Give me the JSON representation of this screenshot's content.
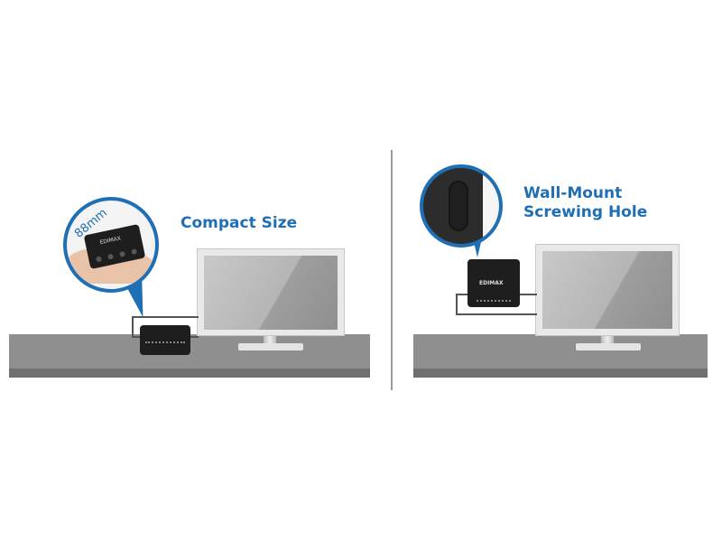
{
  "left_panel": {
    "callout_title": "Compact Size",
    "dimension_label": "88mm",
    "brand": "EDIMAX"
  },
  "right_panel": {
    "callout_title_line1": "Wall-Mount",
    "callout_title_line2": "Screwing Hole",
    "brand": "EDIMAX"
  },
  "colors": {
    "accent": "#1f6fb5",
    "desk": "#8f8f8f"
  }
}
